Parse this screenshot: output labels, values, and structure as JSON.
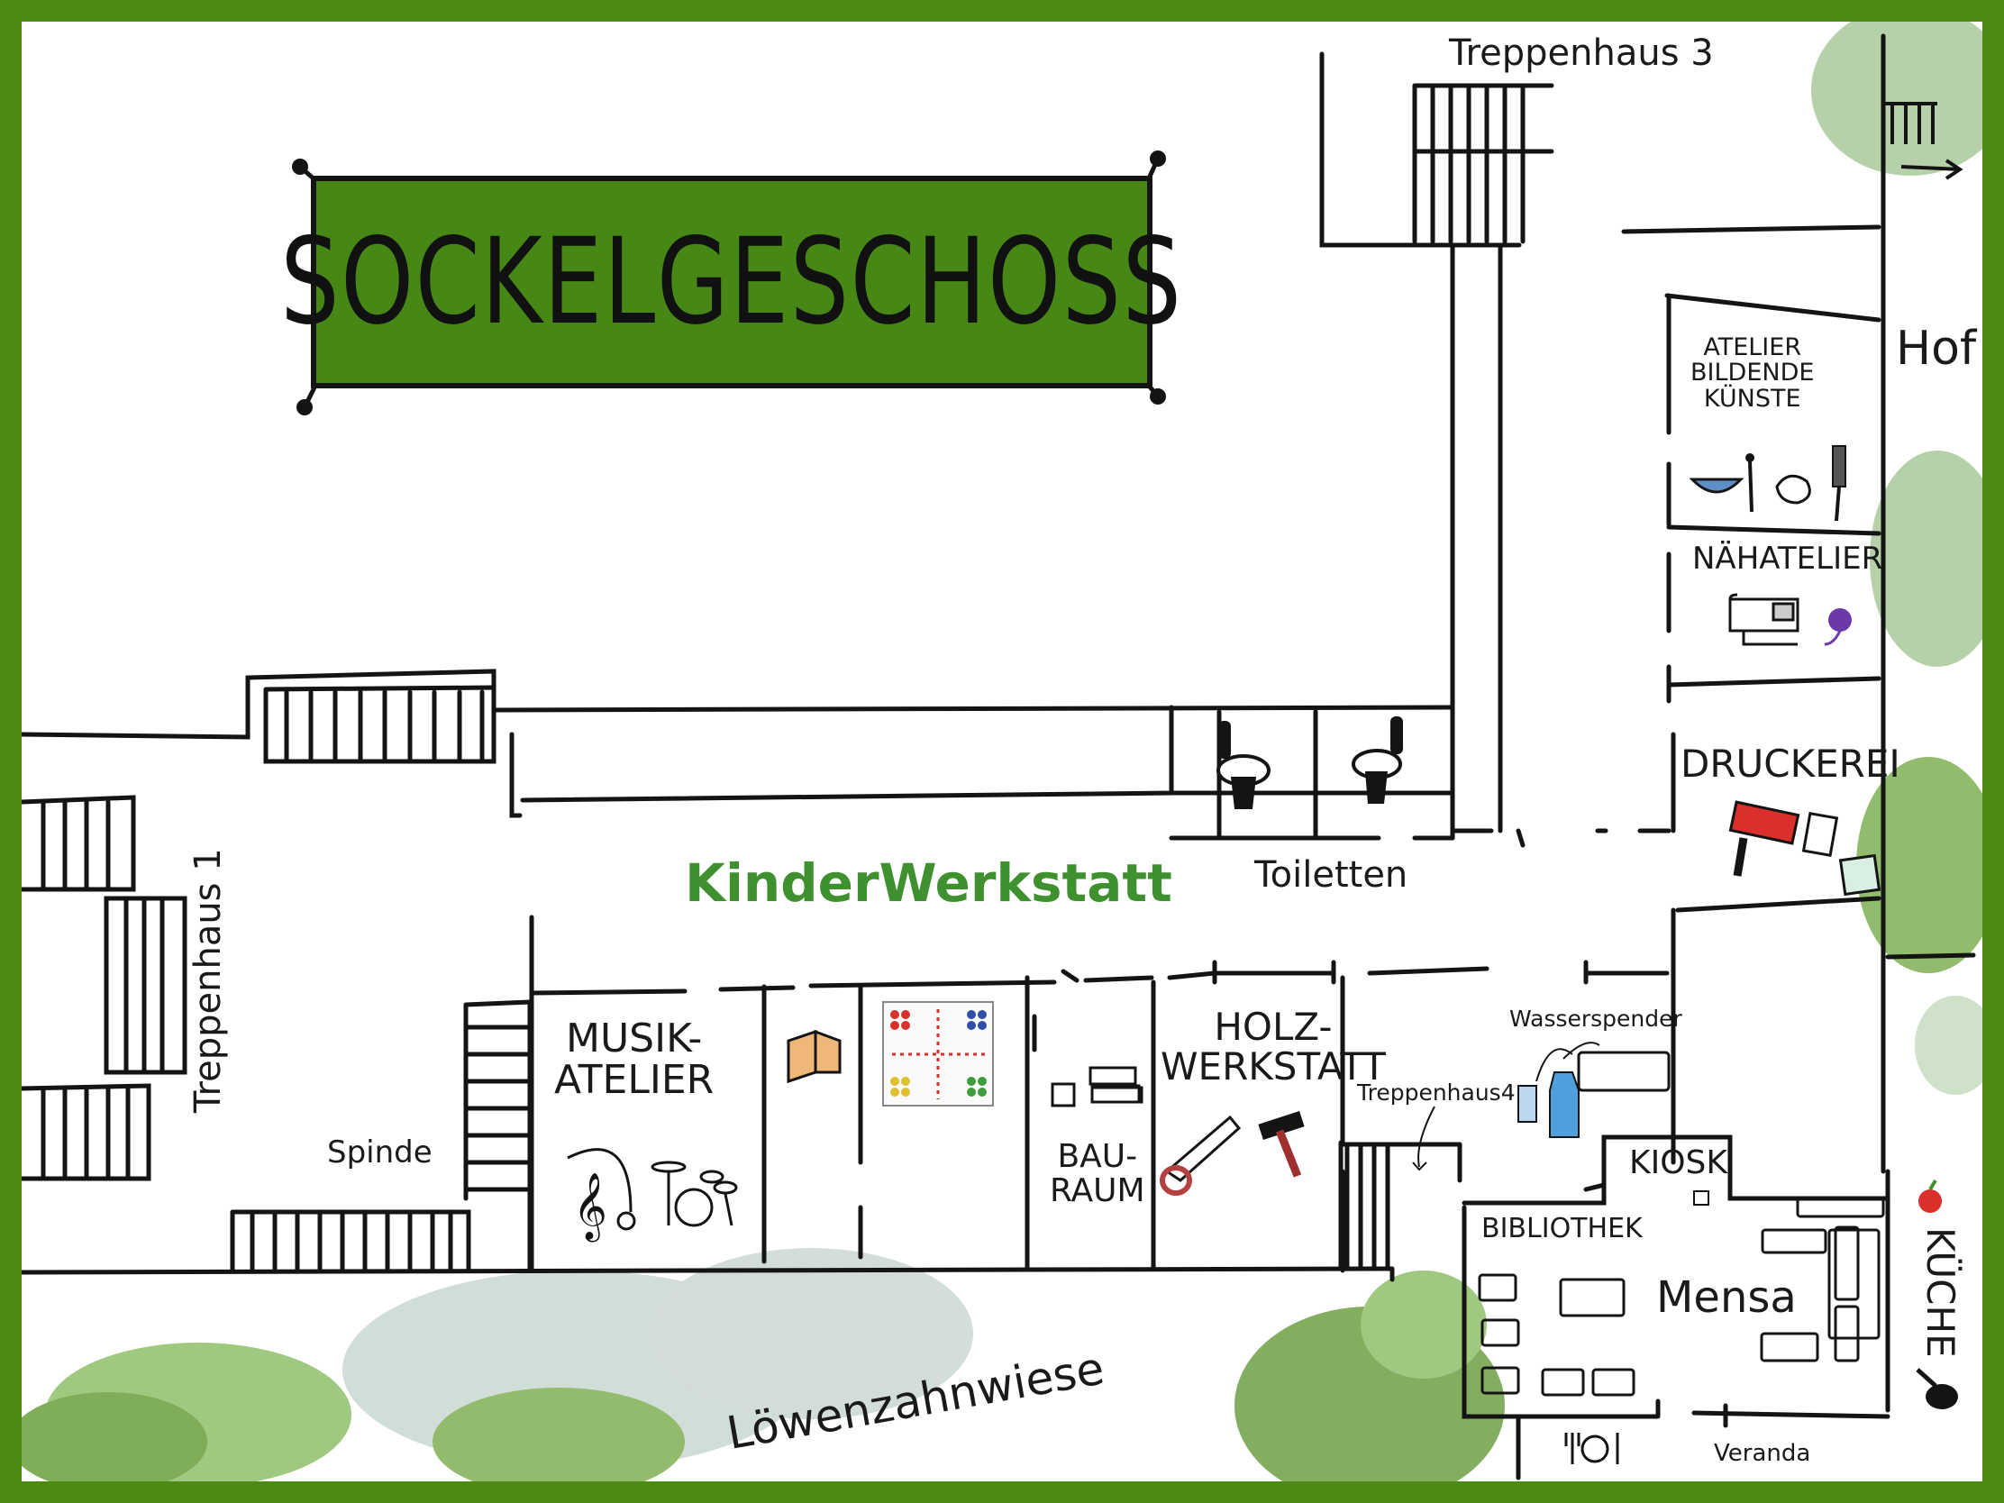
{
  "colors": {
    "frame": "#4c8a14",
    "banner": "#468716",
    "accent_green": "#3f9130",
    "line": "#141414",
    "foliage": [
      "#6a9f3a",
      "#8fbf6a",
      "#a9c99a",
      "#b9cfc8"
    ]
  },
  "title": "SOCKELGESCHOSS",
  "labels": {
    "treppenhaus_3": "Treppenhaus 3",
    "treppenhaus_1": "Treppenhaus 1",
    "treppenhaus_4": "Treppenhaus4",
    "hof": "Hof",
    "atelier_bildende_kuenste": "ATELIER\nBILDENDE\nKÜNSTE",
    "naehatelier": "NÄHATELIER",
    "druckerei": "DRUCKEREI",
    "kinder_werkstatt": "KinderWerkstatt",
    "toiletten": "Toiletten",
    "wasserspender": "Wasserspender",
    "musik_atelier": "MUSIK-\nATELIER",
    "holzwerkstatt": "HOLZ-\nWERKSTATT",
    "bauraum": "BAU-\nRAUM",
    "spinde": "Spinde",
    "kiosk": "KIOSK",
    "bibliothek": "BIBLIOTHEK",
    "mensa": "Mensa",
    "kueche": "KÜCHE",
    "veranda": "Veranda",
    "loewenzahnwiese": "Löwenzahnwiese"
  },
  "icons": [
    "paint-bowl-icon",
    "brush-icon",
    "clay-icon",
    "carving-tool-icon",
    "sewing-machine-icon",
    "yarn-icon",
    "paint-roller-icon",
    "letter-stamp-icon",
    "toilet-icon",
    "treble-clef-icon",
    "microphone-icon",
    "drum-kit-icon",
    "book-icon",
    "board-game-icon",
    "blocks-icon",
    "saw-icon",
    "hammer-icon",
    "water-glass-icon",
    "water-bottle-icon",
    "coffee-cup-icon",
    "cutlery-icon",
    "apple-icon",
    "pan-icon"
  ]
}
